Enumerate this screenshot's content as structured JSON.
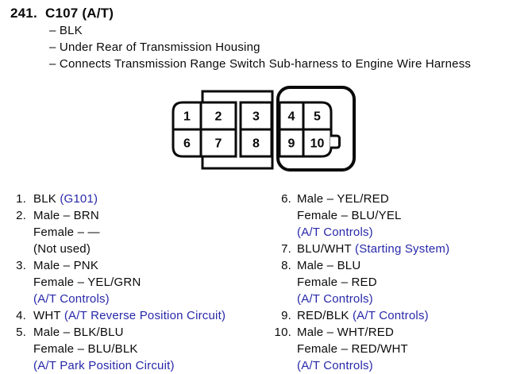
{
  "header": {
    "item_number": "241.",
    "connector_name": "C107 (A/T)",
    "details": [
      "– BLK",
      "– Under Rear of Transmission Housing",
      "– Connects Transmission Range Switch Sub-harness to Engine Wire Harness"
    ]
  },
  "connector": {
    "pins_top": [
      "1",
      "2",
      "3",
      "4",
      "5"
    ],
    "pins_bottom": [
      "6",
      "7",
      "8",
      "9",
      "10"
    ]
  },
  "pin_list": {
    "left": [
      {
        "num": "1.",
        "lines": [
          {
            "parts": [
              {
                "text": "BLK ",
                "style": "normal"
              },
              {
                "text": "(G101)",
                "style": "link"
              }
            ]
          }
        ]
      },
      {
        "num": "2.",
        "lines": [
          {
            "parts": [
              {
                "text": "Male – BRN",
                "style": "normal"
              }
            ]
          },
          {
            "parts": [
              {
                "text": "Female – —",
                "style": "normal"
              }
            ]
          },
          {
            "parts": [
              {
                "text": "(Not used)",
                "style": "normal"
              }
            ]
          }
        ]
      },
      {
        "num": "3.",
        "lines": [
          {
            "parts": [
              {
                "text": "Male – PNK",
                "style": "normal"
              }
            ]
          },
          {
            "parts": [
              {
                "text": "Female – YEL/GRN",
                "style": "normal"
              }
            ]
          },
          {
            "parts": [
              {
                "text": "(A/T Controls)",
                "style": "link"
              }
            ]
          }
        ]
      },
      {
        "num": "4.",
        "lines": [
          {
            "parts": [
              {
                "text": "WHT ",
                "style": "normal"
              },
              {
                "text": "(A/T Reverse Position Circuit)",
                "style": "link"
              }
            ]
          }
        ]
      },
      {
        "num": "5.",
        "lines": [
          {
            "parts": [
              {
                "text": "Male – BLK/BLU",
                "style": "normal"
              }
            ]
          },
          {
            "parts": [
              {
                "text": "Female – BLU/BLK",
                "style": "normal"
              }
            ]
          },
          {
            "parts": [
              {
                "text": "(A/T Park Position Circuit)",
                "style": "link"
              }
            ]
          }
        ]
      }
    ],
    "right": [
      {
        "num": "6.",
        "lines": [
          {
            "parts": [
              {
                "text": "Male – YEL/RED",
                "style": "normal"
              }
            ]
          },
          {
            "parts": [
              {
                "text": "Female – BLU/YEL",
                "style": "normal"
              }
            ]
          },
          {
            "parts": [
              {
                "text": "(A/T Controls)",
                "style": "link"
              }
            ]
          }
        ]
      },
      {
        "num": "7.",
        "lines": [
          {
            "parts": [
              {
                "text": "BLU/WHT ",
                "style": "normal"
              },
              {
                "text": "(Starting System)",
                "style": "link"
              }
            ]
          }
        ]
      },
      {
        "num": "8.",
        "lines": [
          {
            "parts": [
              {
                "text": "Male – BLU",
                "style": "normal"
              }
            ]
          },
          {
            "parts": [
              {
                "text": "Female – RED",
                "style": "normal"
              }
            ]
          },
          {
            "parts": [
              {
                "text": "(A/T Controls)",
                "style": "link"
              }
            ]
          }
        ]
      },
      {
        "num": "9.",
        "lines": [
          {
            "parts": [
              {
                "text": "RED/BLK ",
                "style": "normal"
              },
              {
                "text": "(A/T Controls)",
                "style": "link"
              }
            ]
          }
        ]
      },
      {
        "num": "10.",
        "lines": [
          {
            "parts": [
              {
                "text": "Male – WHT/RED",
                "style": "normal"
              }
            ]
          },
          {
            "parts": [
              {
                "text": "Female – RED/WHT",
                "style": "normal"
              }
            ]
          },
          {
            "parts": [
              {
                "text": "(A/T Controls)",
                "style": "link"
              }
            ]
          }
        ]
      }
    ]
  },
  "colors": {
    "link_blue": "#2828aa",
    "line_black": "#0a0a0a"
  }
}
